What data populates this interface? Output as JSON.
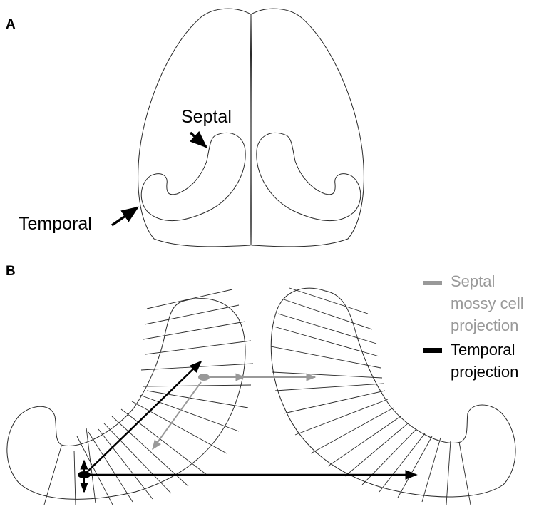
{
  "panel_a": {
    "label": "A",
    "annotations": {
      "septal": "Septal",
      "temporal": "Temporal"
    }
  },
  "panel_b": {
    "label": "B",
    "legend": [
      {
        "lines": [
          "Septal",
          "mossy cell",
          "projection"
        ],
        "color": "#999999"
      },
      {
        "lines": [
          "Temporal",
          "projection"
        ],
        "color": "#000000"
      }
    ]
  },
  "colors": {
    "outline": "#2a2a2a",
    "septal_projection": "#999999",
    "temporal_projection": "#000000"
  }
}
